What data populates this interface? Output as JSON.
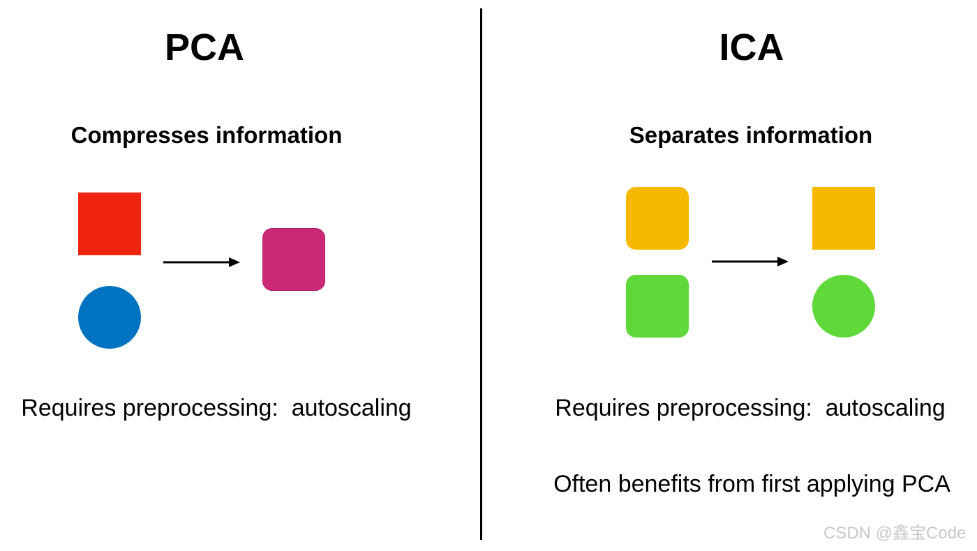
{
  "left": {
    "title": "PCA",
    "subtitle": "Compresses information",
    "note": "Requires preprocessing:  autoscaling"
  },
  "right": {
    "title": "ICA",
    "subtitle": "Separates information",
    "note1": "Requires preprocessing:  autoscaling",
    "note2": "Often benefits from first applying PCA"
  },
  "watermark": "CSDN @鑫宝Code",
  "colors": {
    "divider": "#000000",
    "red": "#ef2512",
    "blue": "#0073c0",
    "magenta": "#cc2878",
    "yellow": "#f7b900",
    "green": "#5fd93a",
    "arrow": "#000000",
    "watermark": "#c8c8c8"
  }
}
